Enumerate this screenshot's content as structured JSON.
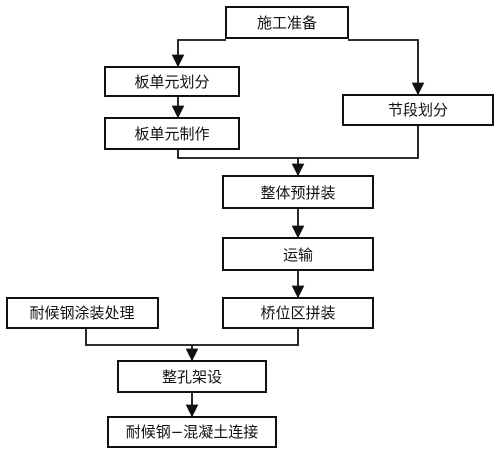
{
  "diagram": {
    "nodes": {
      "prep": "施工准备",
      "panel_division": "板单元划分",
      "segment_division": "节段划分",
      "panel_fabrication": "板单元制作",
      "preassembly": "整体预拼装",
      "transport": "运输",
      "coating": "耐候钢涂装处理",
      "site_assembly": "桥位区拼装",
      "span_erection": "整孔架设",
      "connection": "耐候钢−混凝土连接"
    }
  }
}
